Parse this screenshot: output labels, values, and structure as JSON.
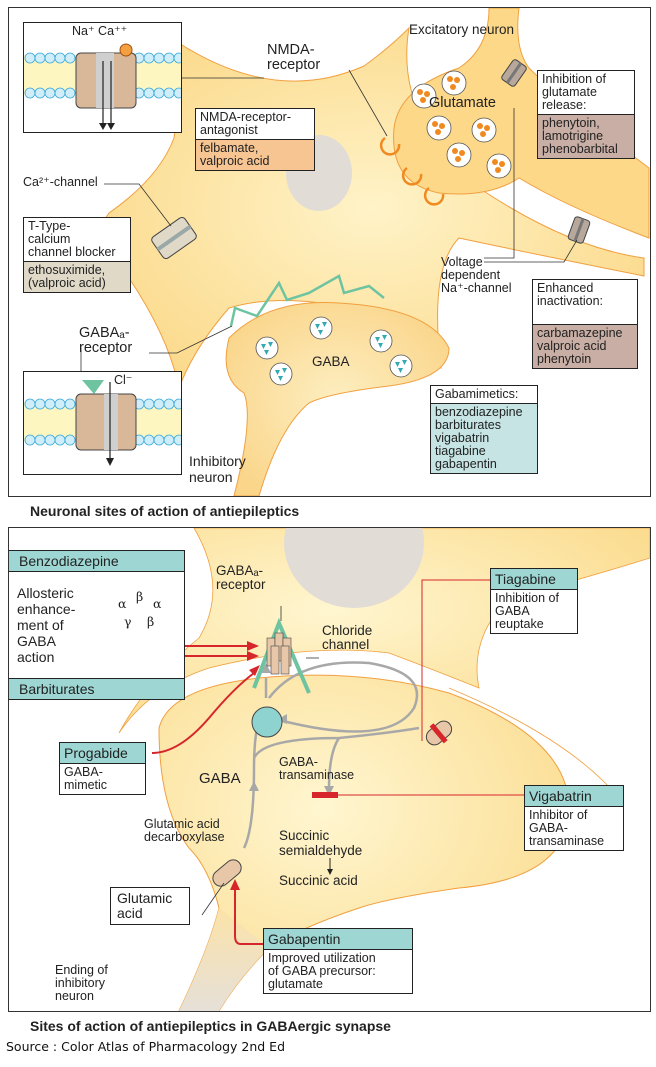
{
  "panel1": {
    "labels": {
      "na_ca": "Na⁺ Ca⁺⁺",
      "nmda_receptor": "NMDA-\nreceptor",
      "excitatory_neuron": "Excitatory neuron",
      "glutamate": "Glutamate",
      "ca_channel": "Ca²⁺-channel",
      "gaba_a_receptor": "GABAₐ-\nreceptor",
      "gaba": "GABA",
      "cl": "Cl⁻",
      "inhibitory_neuron": "Inhibitory\nneuron",
      "voltage_na_channel": "Voltage\ndependent\nNa⁺-channel"
    },
    "boxes": {
      "nmda_antagonist": {
        "header": "NMDA-receptor-\nantagonist",
        "body": "felbamate,\nvalproic acid",
        "color": "#f7c592"
      },
      "glutamate_release": {
        "header": "Inhibition of\nglutamate\nrelease:",
        "body": "phenytoin,\nlamotrigine\nphenobarbital",
        "color": "#c8aea4"
      },
      "t_type": {
        "header": "T-Type-\ncalcium\nchannel blocker",
        "body": "ethosuximide,\n(valproic acid)",
        "color": "#e0d9c8"
      },
      "enhanced_inactivation": {
        "header": "Enhanced\ninactivation:",
        "body": "carbamazepine\nvalproic acid\nphenytoin",
        "color": "#c8aea4"
      },
      "gabamimetics": {
        "header": "Gabamimetics:",
        "body": "benzodiazepine\nbarbiturates\nvigabatrin\ntiagabine\ngabapentin",
        "color": "#c6e4e4"
      }
    },
    "caption": "Neuronal sites of action of antiepileptics"
  },
  "panel2": {
    "labels": {
      "gaba_a_receptor": "GABAₐ-\nreceptor",
      "chloride_channel": "Chloride\nchannel",
      "allosteric": "Allosteric\nenhance-\nment of\nGABA\naction",
      "gaba": "GABA",
      "gaba_transaminase": "GABA-\ntransaminase",
      "glutamic_decarboxylase": "Glutamic acid\ndecarboxylase",
      "succinic_semialdehyde": "Succinic\nsemialdehyde",
      "succinic_acid": "Succinic acid",
      "ending": "Ending of\ninhibitory\nneuron",
      "subunits": [
        "α",
        "β",
        "α",
        "γ",
        "β"
      ]
    },
    "boxes": {
      "benzodiazepine": {
        "header": "Benzodiazepine"
      },
      "barbiturates": {
        "header": "Barbiturates"
      },
      "progabide": {
        "header": "Progabide",
        "body": "GABA-\nmimetic"
      },
      "tiagabine": {
        "header": "Tiagabine",
        "body": "Inhibition of\nGABA\nreuptake"
      },
      "vigabatrin": {
        "header": "Vigabatrin",
        "body": "Inhibitor of\nGABA-\ntransaminase"
      },
      "gabapentin": {
        "header": "Gabapentin",
        "body": "Improved utilization\nof GABA precursor:\nglutamate"
      },
      "glutamic_acid": {
        "body": "Glutamic\nacid"
      }
    },
    "caption": "Sites of action of antiepileptics in GABAergic synapse"
  },
  "source": "Source : Color Atlas of Pharmacology 2nd Ed",
  "colors": {
    "neuron_fill": "#fbdc8e",
    "neuron_edge": "#f0a040",
    "teal": "#9dd6d2",
    "red": "#d7262b",
    "gray_arrow": "#a8a8a8",
    "receptor_green": "#6ec4a0"
  }
}
